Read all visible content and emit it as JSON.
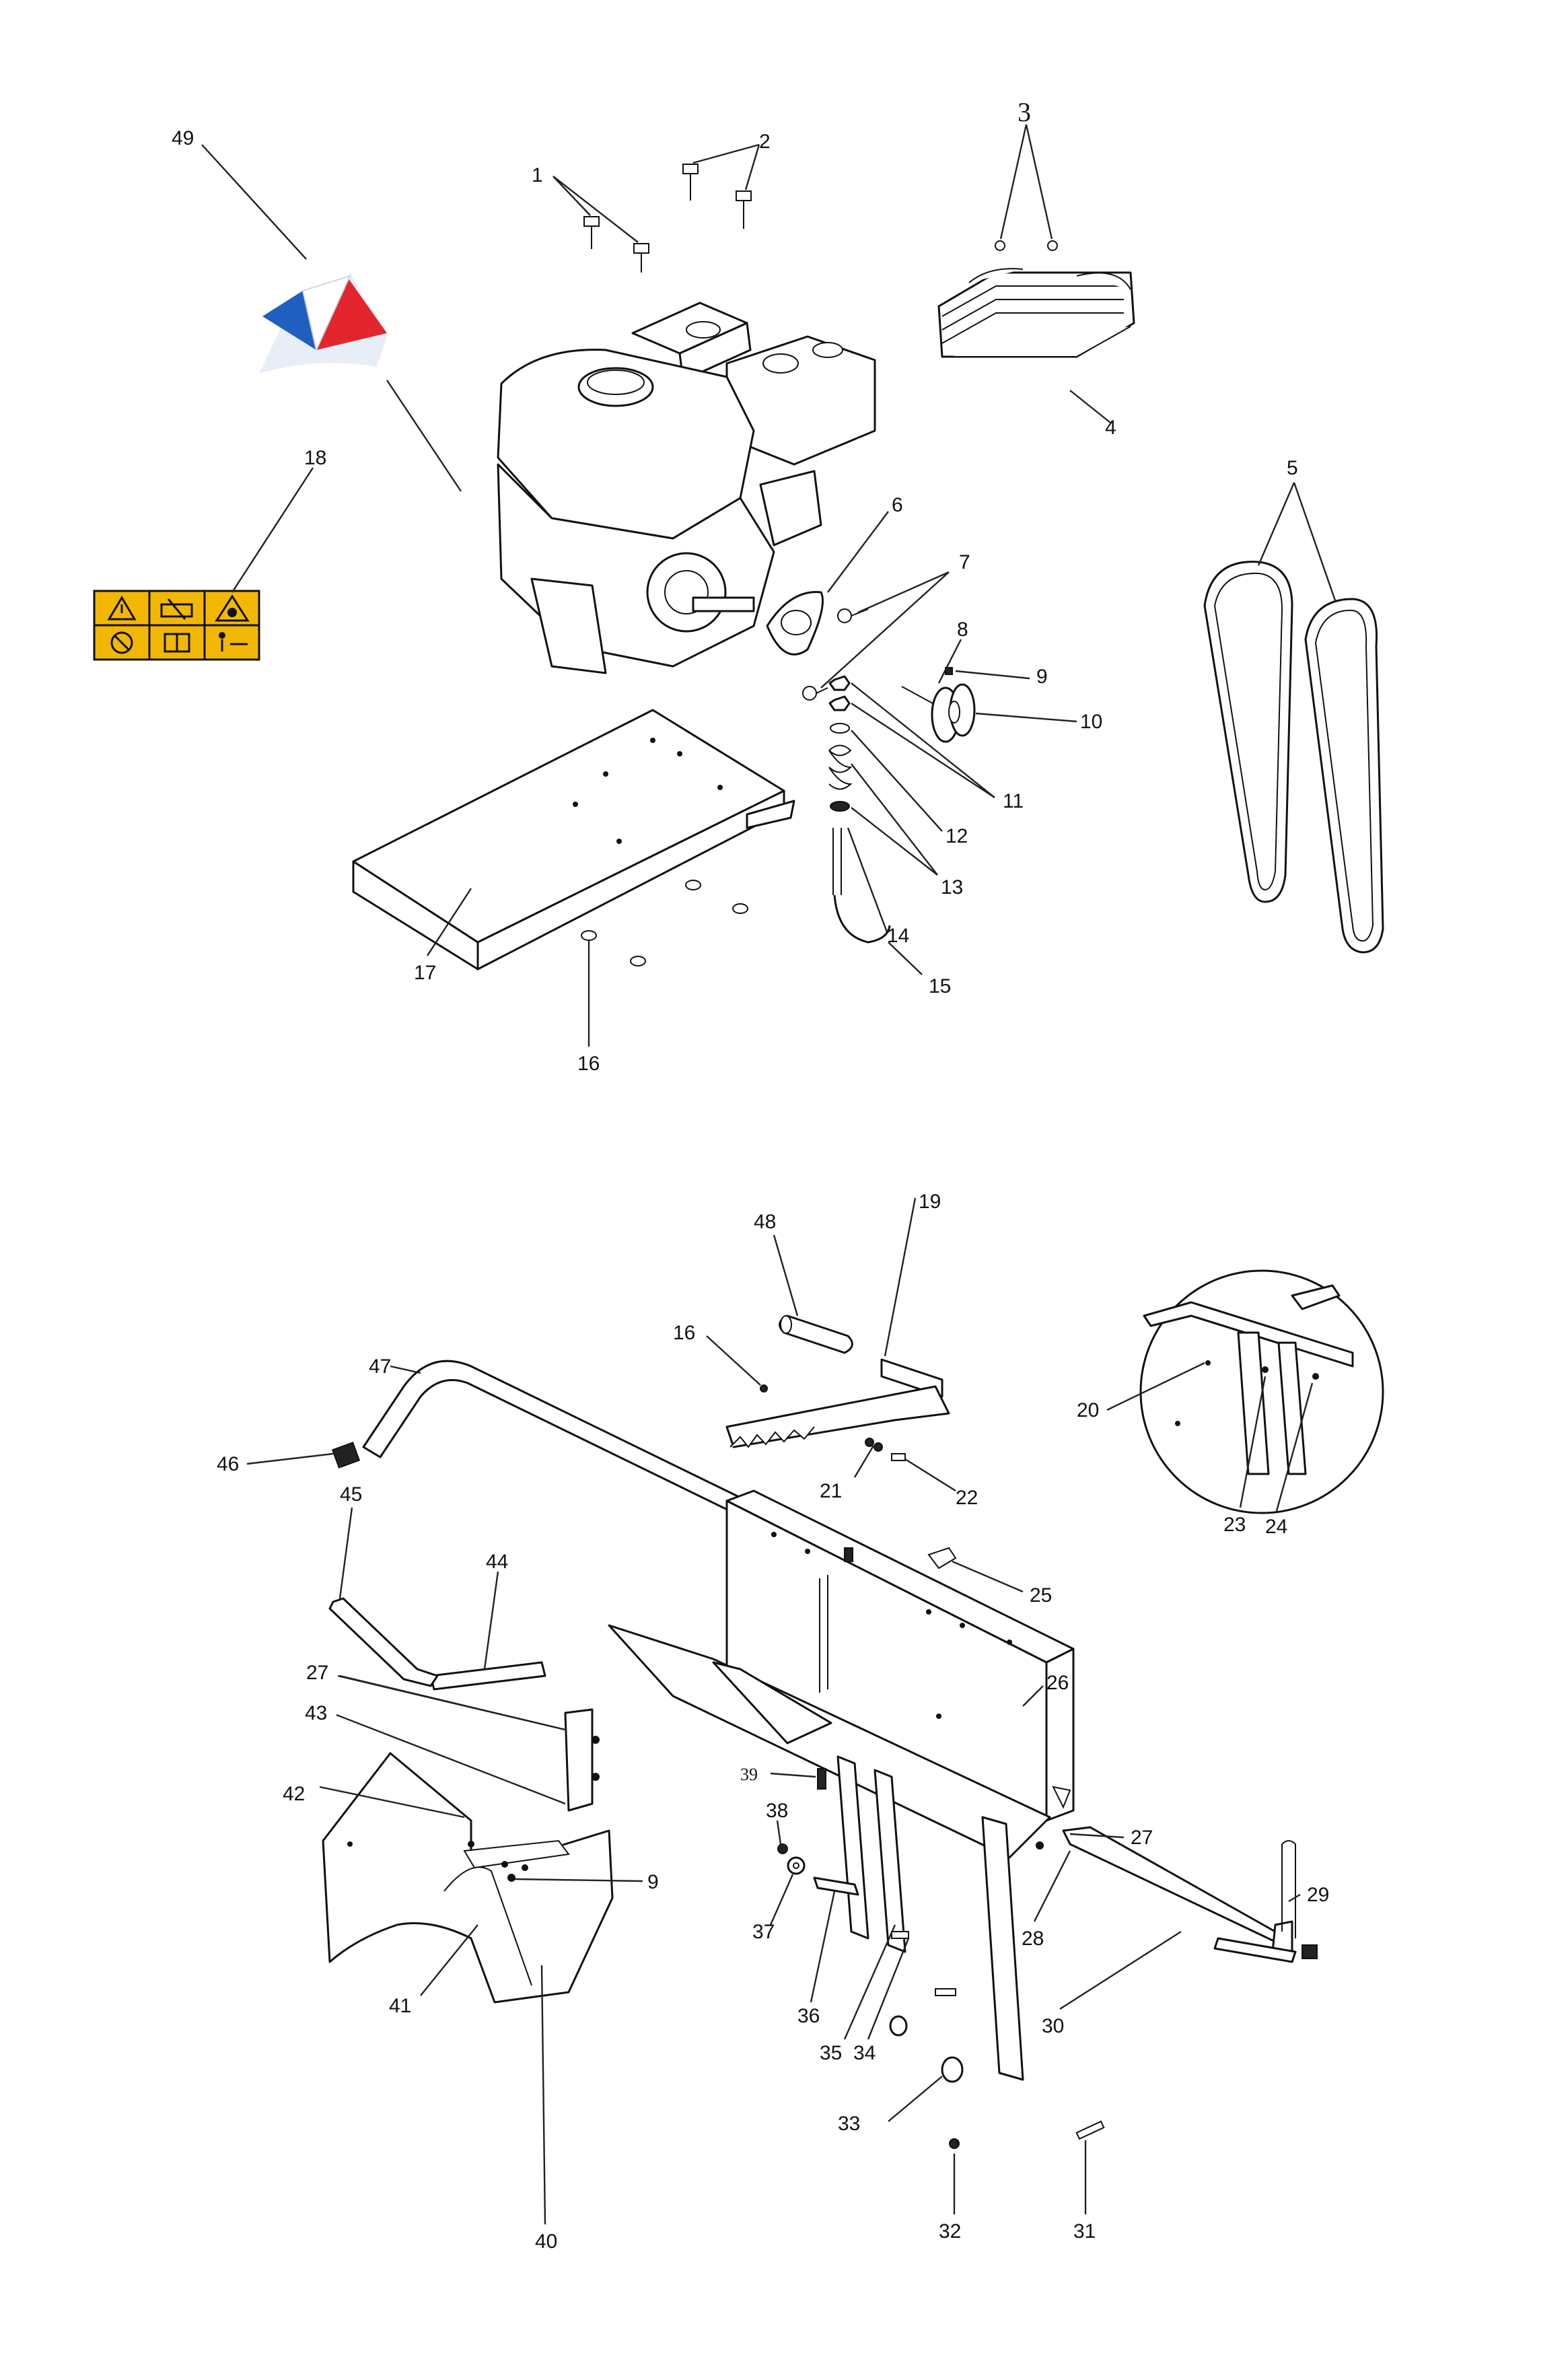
{
  "labels": {
    "p1": "1",
    "p2": "2",
    "p3": "3",
    "p4": "4",
    "p5": "5",
    "p6": "6",
    "p7": "7",
    "p8": "8",
    "p9a": "9",
    "p9b": "9",
    "p10": "10",
    "p11": "11",
    "p12": "12",
    "p13": "13",
    "p14": "14",
    "p15": "15",
    "p16a": "16",
    "p16b": "16",
    "p17": "17",
    "p18": "18",
    "p19": "19",
    "p20": "20",
    "p21": "21",
    "p22": "22",
    "p23": "23",
    "p24": "24",
    "p25": "25",
    "p26": "26",
    "p27a": "27",
    "p27b": "27",
    "p28": "28",
    "p29": "29",
    "p30": "30",
    "p31": "31",
    "p32": "32",
    "p33": "33",
    "p34": "34",
    "p35": "35",
    "p36": "36",
    "p37": "37",
    "p38": "38",
    "p39": "39",
    "p40": "40",
    "p41": "41",
    "p42": "42",
    "p43": "43",
    "p44": "44",
    "p45": "45",
    "p46": "46",
    "p47": "47",
    "p48": "48",
    "p49": "49"
  },
  "colors": {
    "warning_label_bg": "#f2b705",
    "logo_blue": "#1f5fbf",
    "logo_red": "#e3262d",
    "line": "#111111"
  },
  "icons": [
    "warning-triangle-icon",
    "hand-crush-icon",
    "fire-hazard-icon",
    "no-smoking-icon",
    "read-manual-icon",
    "keep-distance-icon"
  ]
}
